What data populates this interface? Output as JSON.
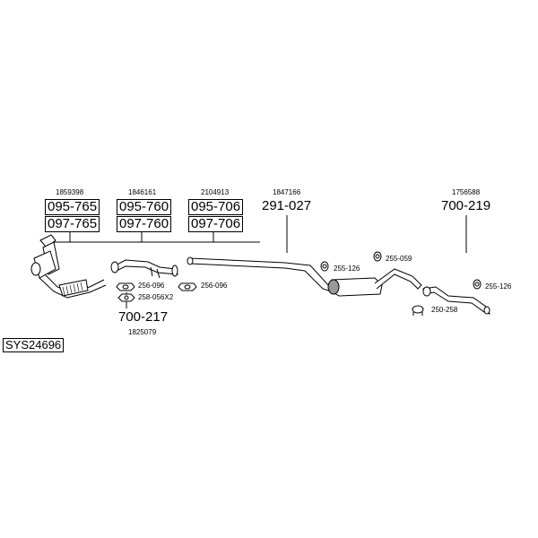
{
  "groups": [
    {
      "ref": "1859398",
      "codes": [
        "095-765",
        "097-765"
      ]
    },
    {
      "ref": "1846161",
      "codes": [
        "095-760",
        "097-760"
      ]
    },
    {
      "ref": "2104913",
      "codes": [
        "095-706",
        "097-706"
      ]
    }
  ],
  "front_pipe": {
    "ref": "1825079",
    "part": "700-217"
  },
  "middle": {
    "ref": "1847166",
    "part": "291-027"
  },
  "rear": {
    "ref": "1756588",
    "part": "700-219"
  },
  "small_parts": {
    "gasket_1": "256-096",
    "nut": "258-056X2",
    "gasket_2": "256-096",
    "hanger_1": "255-126",
    "hanger_2": "255-059",
    "hanger_3": "255-126",
    "clamp": "250-258"
  },
  "system_code": "SYS24696"
}
